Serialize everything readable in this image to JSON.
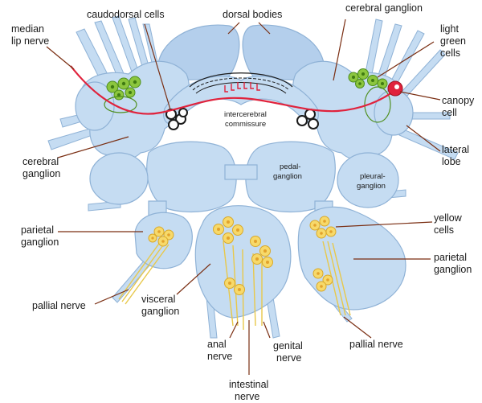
{
  "labels": {
    "median_lip_nerve": [
      "median",
      "lip nerve"
    ],
    "caudodorsal_cells": "caudodorsal cells",
    "dorsal_bodies": "dorsal bodies",
    "cerebral_ganglion_top": "cerebral ganglion",
    "light_green_cells": [
      "light",
      "green",
      "cells"
    ],
    "canopy_cell": [
      "canopy",
      "cell"
    ],
    "lateral_lobe": [
      "lateral",
      "lobe"
    ],
    "intercerebral_commissure": [
      "intercerebral",
      "commissure"
    ],
    "cerebral_ganglion_left": [
      "cerebral",
      "ganglion"
    ],
    "pedal_ganglion": [
      "pedal-",
      "ganglion"
    ],
    "pleural_ganglion": [
      "pleural-",
      "ganglion"
    ],
    "parietal_ganglion_left": [
      "parietal",
      "ganglion"
    ],
    "yellow_cells": [
      "yellow",
      "cells"
    ],
    "parietal_ganglion_right": [
      "parietal",
      "ganglion"
    ],
    "pallial_nerve_left": "pallial nerve",
    "visceral_ganglion": [
      "visceral",
      "ganglion"
    ],
    "anal_nerve": [
      "anal",
      "nerve"
    ],
    "genital_nerve": [
      "genital",
      "nerve"
    ],
    "pallial_nerve_right": "pallial nerve",
    "intestinal_nerve": [
      "intestinal",
      "nerve"
    ]
  },
  "colors": {
    "ganglion": "#c5dcf2",
    "outline": "#8fb2d6",
    "yellow_cell": "#f7d96a",
    "green_cell": "#8cc63e",
    "canopy_cell": "#e0223c",
    "leader": "#7a2e12"
  }
}
